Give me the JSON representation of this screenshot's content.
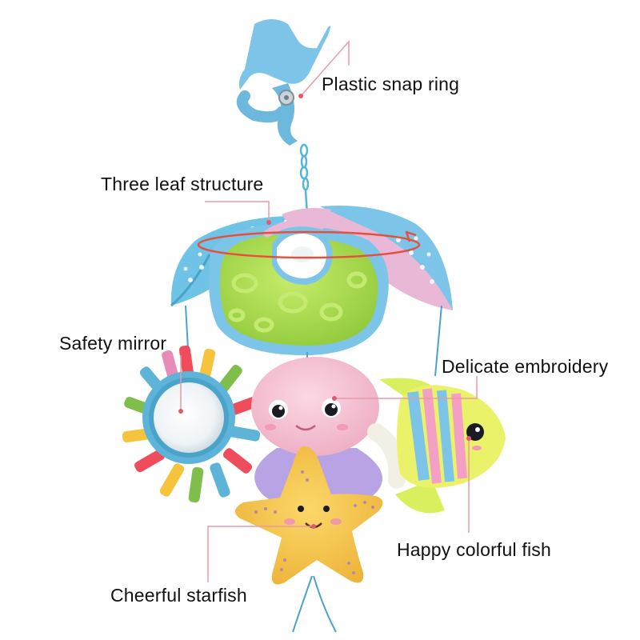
{
  "labels": {
    "snap_ring": "Plastic snap ring",
    "leaf_structure": "Three leaf structure",
    "mirror": "Safety mirror",
    "embroidery": "Delicate embroidery",
    "fish": "Happy colorful fish",
    "starfish": "Cheerful starfish"
  },
  "colors": {
    "background": "#ffffff",
    "callout_line": "#e89aa5",
    "callout_dot": "#e25a6e",
    "rotation_arrow": "#e5503c",
    "clip": "#7cc5e8",
    "canopy": "#6fc3e6",
    "canopy_dots": "#ffffff",
    "jellyfish": "#a8d84a",
    "octopus": "#f6bfd2",
    "starfish": "#f5c84a",
    "mirror_frame": "#5db3d8"
  },
  "icons": {
    "toy": "baby-crib-mobile-photo"
  }
}
